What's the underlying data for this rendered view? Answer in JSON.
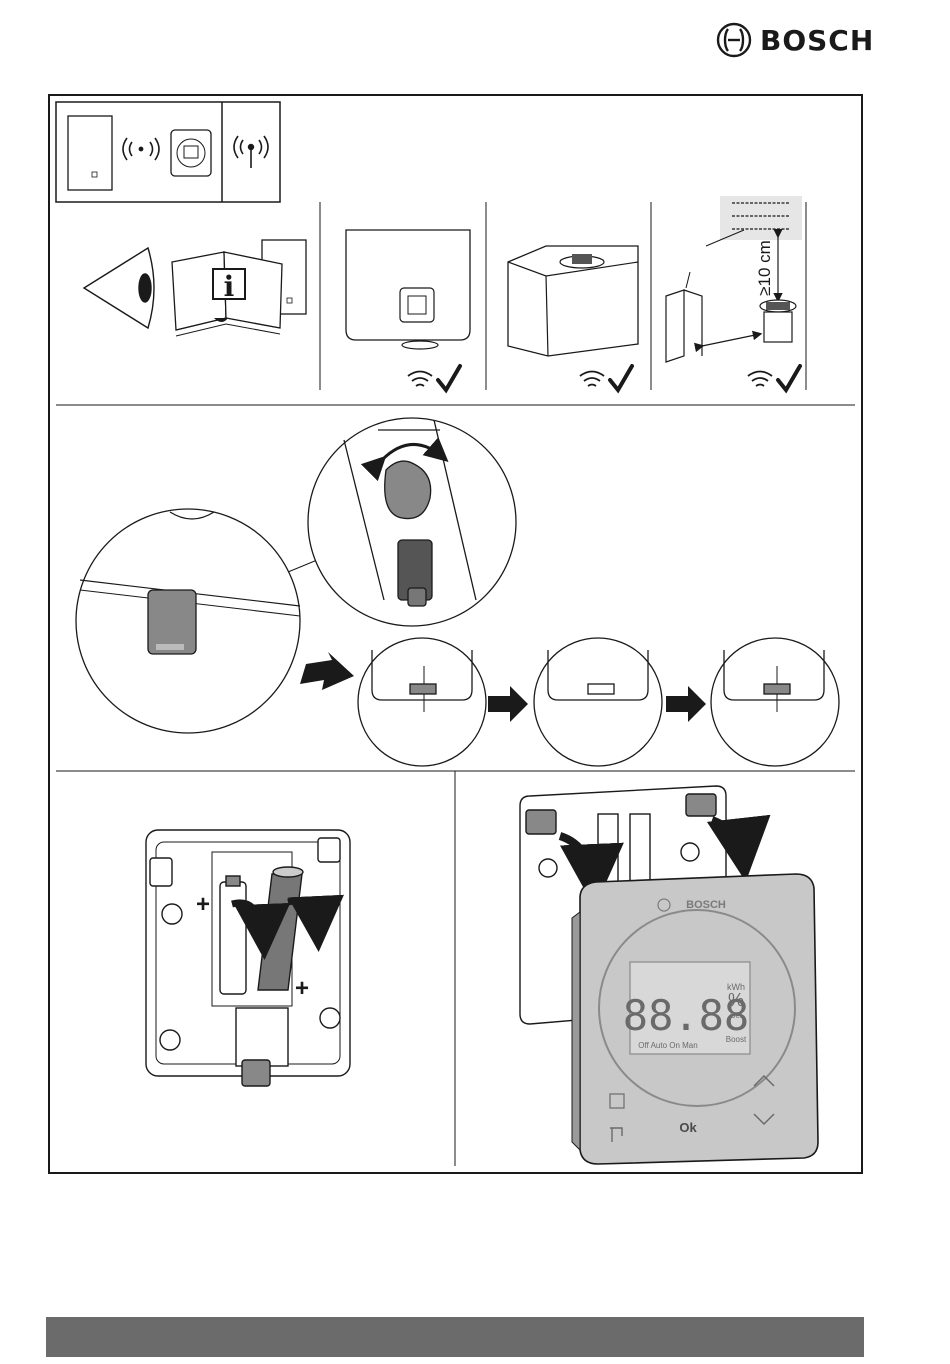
{
  "brand": {
    "name": "BOSCH"
  },
  "diagram": {
    "distance_label": "≥10 cm",
    "thermostat": {
      "brand": "BOSCH",
      "display_digits": "88.88",
      "unit_kwh": "kWh",
      "percent": "%",
      "set_label": "Set",
      "boost_label": "Boost",
      "mode_labels": "Off Auto On Man",
      "ok_label": "Ok"
    },
    "battery_plus_left": "+",
    "battery_plus_right": "+",
    "info_icon": "i"
  },
  "icons": [
    "wireless-signal-icon",
    "antenna-icon",
    "wifi-icon",
    "checkmark-icon",
    "info-icon",
    "eye-icon",
    "arrow-right-icon"
  ]
}
